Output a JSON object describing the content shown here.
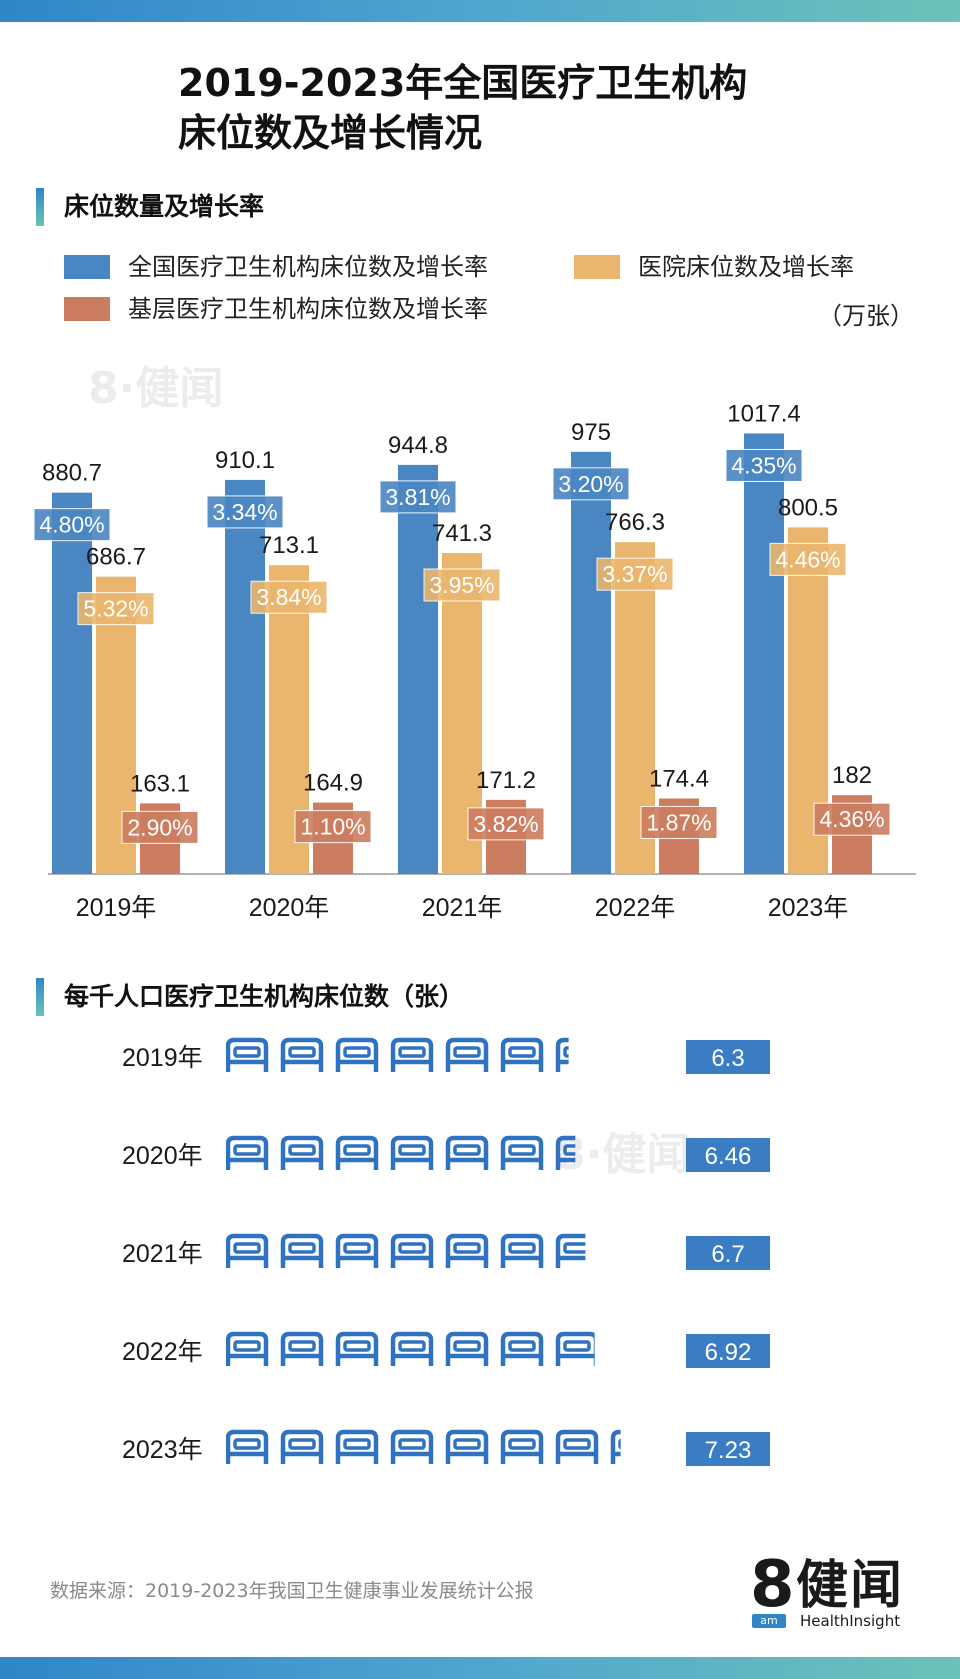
{
  "title_line1": "2019-2023年全国医疗卫生机构",
  "title_line2": "床位数及增长情况",
  "section1_title": "床位数量及增长率",
  "section2_title": "每千人口医疗卫生机构床位数（张）",
  "unit": "（万张）",
  "source": "数据来源：2019-2023年我国卫生健康事业发展统计公报",
  "logo": {
    "mark": "8",
    "cn": "健闻",
    "en": "HealthInsight",
    "am": "am"
  },
  "colors": {
    "national": "#4a86c2",
    "hospital": "#eab66d",
    "grassroots": "#cd7d5f",
    "bed_icon": "#2f72c0",
    "value_box": "#3a7dc4"
  },
  "chart_data": [
    {
      "type": "bar",
      "categories": [
        "2019年",
        "2020年",
        "2021年",
        "2022年",
        "2023年"
      ],
      "ylim": [
        0,
        1100
      ],
      "series": [
        {
          "name": "全国医疗卫生机构床位数及增长率",
          "values": [
            880.7,
            910.1,
            944.8,
            975,
            1017.4
          ],
          "growth": [
            "4.80%",
            "3.34%",
            "3.81%",
            "3.20%",
            "4.35%"
          ]
        },
        {
          "name": "医院床位数及增长率",
          "values": [
            686.7,
            713.1,
            741.3,
            766.3,
            800.5
          ],
          "growth": [
            "5.32%",
            "3.84%",
            "3.95%",
            "3.37%",
            "4.46%"
          ]
        },
        {
          "name": "基层医疗卫生机构床位数及增长率",
          "values": [
            163.1,
            164.9,
            171.2,
            174.4,
            182
          ],
          "growth": [
            "2.90%",
            "1.10%",
            "3.82%",
            "1.87%",
            "4.36%"
          ]
        }
      ]
    },
    {
      "type": "pictograph",
      "categories": [
        "2019年",
        "2020年",
        "2021年",
        "2022年",
        "2023年"
      ],
      "values": [
        6.3,
        6.46,
        6.7,
        6.92,
        7.23
      ],
      "icon": "bed-icon"
    }
  ]
}
